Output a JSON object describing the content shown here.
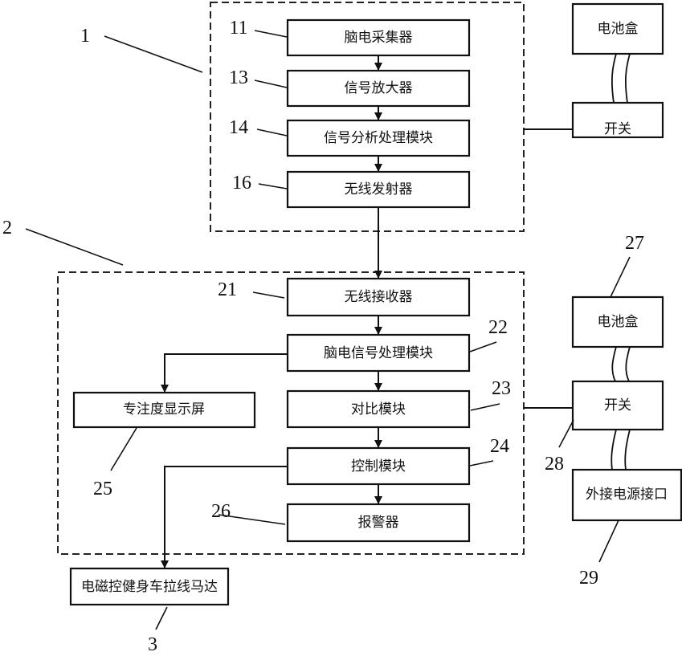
{
  "diagram": {
    "title": "脑电控制健身车系统框图",
    "groups": [
      {
        "id": "1",
        "ref": "1",
        "name": "acquisition-unit"
      },
      {
        "id": "2",
        "ref": "2",
        "name": "control-unit"
      }
    ],
    "blocks": [
      {
        "id": "b11",
        "ref": "11",
        "label": "脑电采集器",
        "group": "1"
      },
      {
        "id": "b13",
        "ref": "13",
        "label": "信号放大器",
        "group": "1"
      },
      {
        "id": "b14",
        "ref": "14",
        "label": "信号分析处理模块",
        "group": "1"
      },
      {
        "id": "b16",
        "ref": "16",
        "label": "无线发射器",
        "group": "1"
      },
      {
        "id": "bat1",
        "ref": "",
        "label": "电池盒",
        "group": "1-power"
      },
      {
        "id": "sw1",
        "ref": "",
        "label": "开关",
        "group": "1-power"
      },
      {
        "id": "b21",
        "ref": "21",
        "label": "无线接收器",
        "group": "2"
      },
      {
        "id": "b22",
        "ref": "22",
        "label": "脑电信号处理模块",
        "group": "2"
      },
      {
        "id": "b23",
        "ref": "23",
        "label": "对比模块",
        "group": "2"
      },
      {
        "id": "b24",
        "ref": "24",
        "label": "控制模块",
        "group": "2"
      },
      {
        "id": "b25",
        "ref": "25",
        "label": "专注度显示屏",
        "group": "2"
      },
      {
        "id": "b26",
        "ref": "26",
        "label": "报警器",
        "group": "2"
      },
      {
        "id": "b27",
        "ref": "27",
        "label": "电池盒",
        "group": "2-power"
      },
      {
        "id": "b28",
        "ref": "28",
        "label": "开关",
        "group": "2-power"
      },
      {
        "id": "b29",
        "ref": "29",
        "label": "外接电源接口",
        "group": "2-power"
      },
      {
        "id": "b3",
        "ref": "3",
        "label": "电磁控健身车拉线马达",
        "group": "external"
      }
    ],
    "connections": [
      {
        "from": "b11",
        "to": "b13",
        "type": "arrow"
      },
      {
        "from": "b13",
        "to": "b14",
        "type": "arrow"
      },
      {
        "from": "b14",
        "to": "b16",
        "type": "arrow"
      },
      {
        "from": "b16",
        "to": "b21",
        "type": "arrow"
      },
      {
        "from": "b21",
        "to": "b22",
        "type": "arrow"
      },
      {
        "from": "b22",
        "to": "b23",
        "type": "arrow"
      },
      {
        "from": "b22",
        "to": "b25",
        "type": "arrow"
      },
      {
        "from": "b23",
        "to": "b24",
        "type": "arrow"
      },
      {
        "from": "b24",
        "to": "b26",
        "type": "arrow"
      },
      {
        "from": "b24",
        "to": "b3",
        "type": "arrow"
      },
      {
        "from": "bat1",
        "to": "sw1",
        "type": "cable"
      },
      {
        "from": "sw1",
        "to": "group-1",
        "type": "line"
      },
      {
        "from": "b27",
        "to": "b28",
        "type": "cable"
      },
      {
        "from": "b28",
        "to": "b29",
        "type": "cable"
      },
      {
        "from": "b28",
        "to": "group-2",
        "type": "line"
      }
    ]
  }
}
